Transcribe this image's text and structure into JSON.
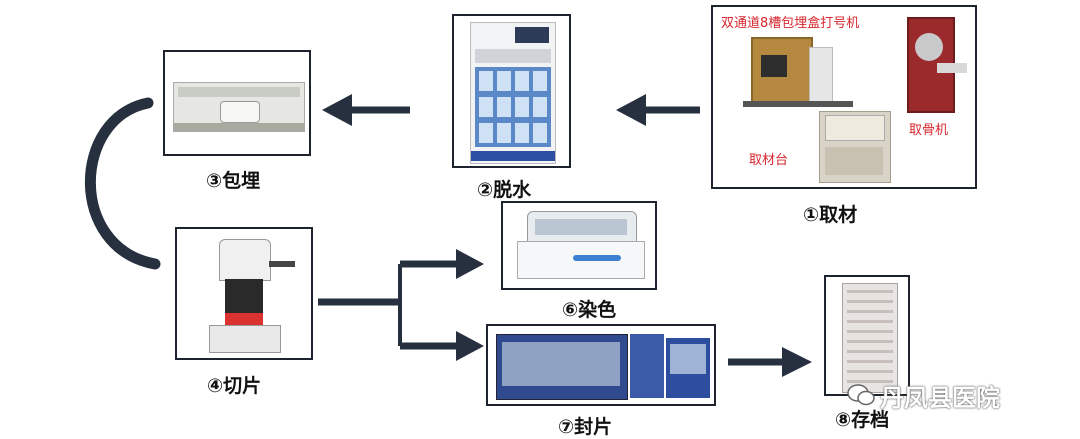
{
  "steps": {
    "s1": "①取材",
    "s2": "②脱水",
    "s3": "③包埋",
    "s4": "④切片",
    "s6": "⑥染色",
    "s7": "⑦封片",
    "s8": "⑧存档"
  },
  "box1": {
    "title": "双通道8槽包埋盒打号机",
    "bone_saw": "取骨机",
    "table": "取材台"
  },
  "watermark": "丹凤县医院",
  "colors": {
    "arrow": "#27303f",
    "frame": "#1d2430",
    "red_text": "#d8262e"
  }
}
